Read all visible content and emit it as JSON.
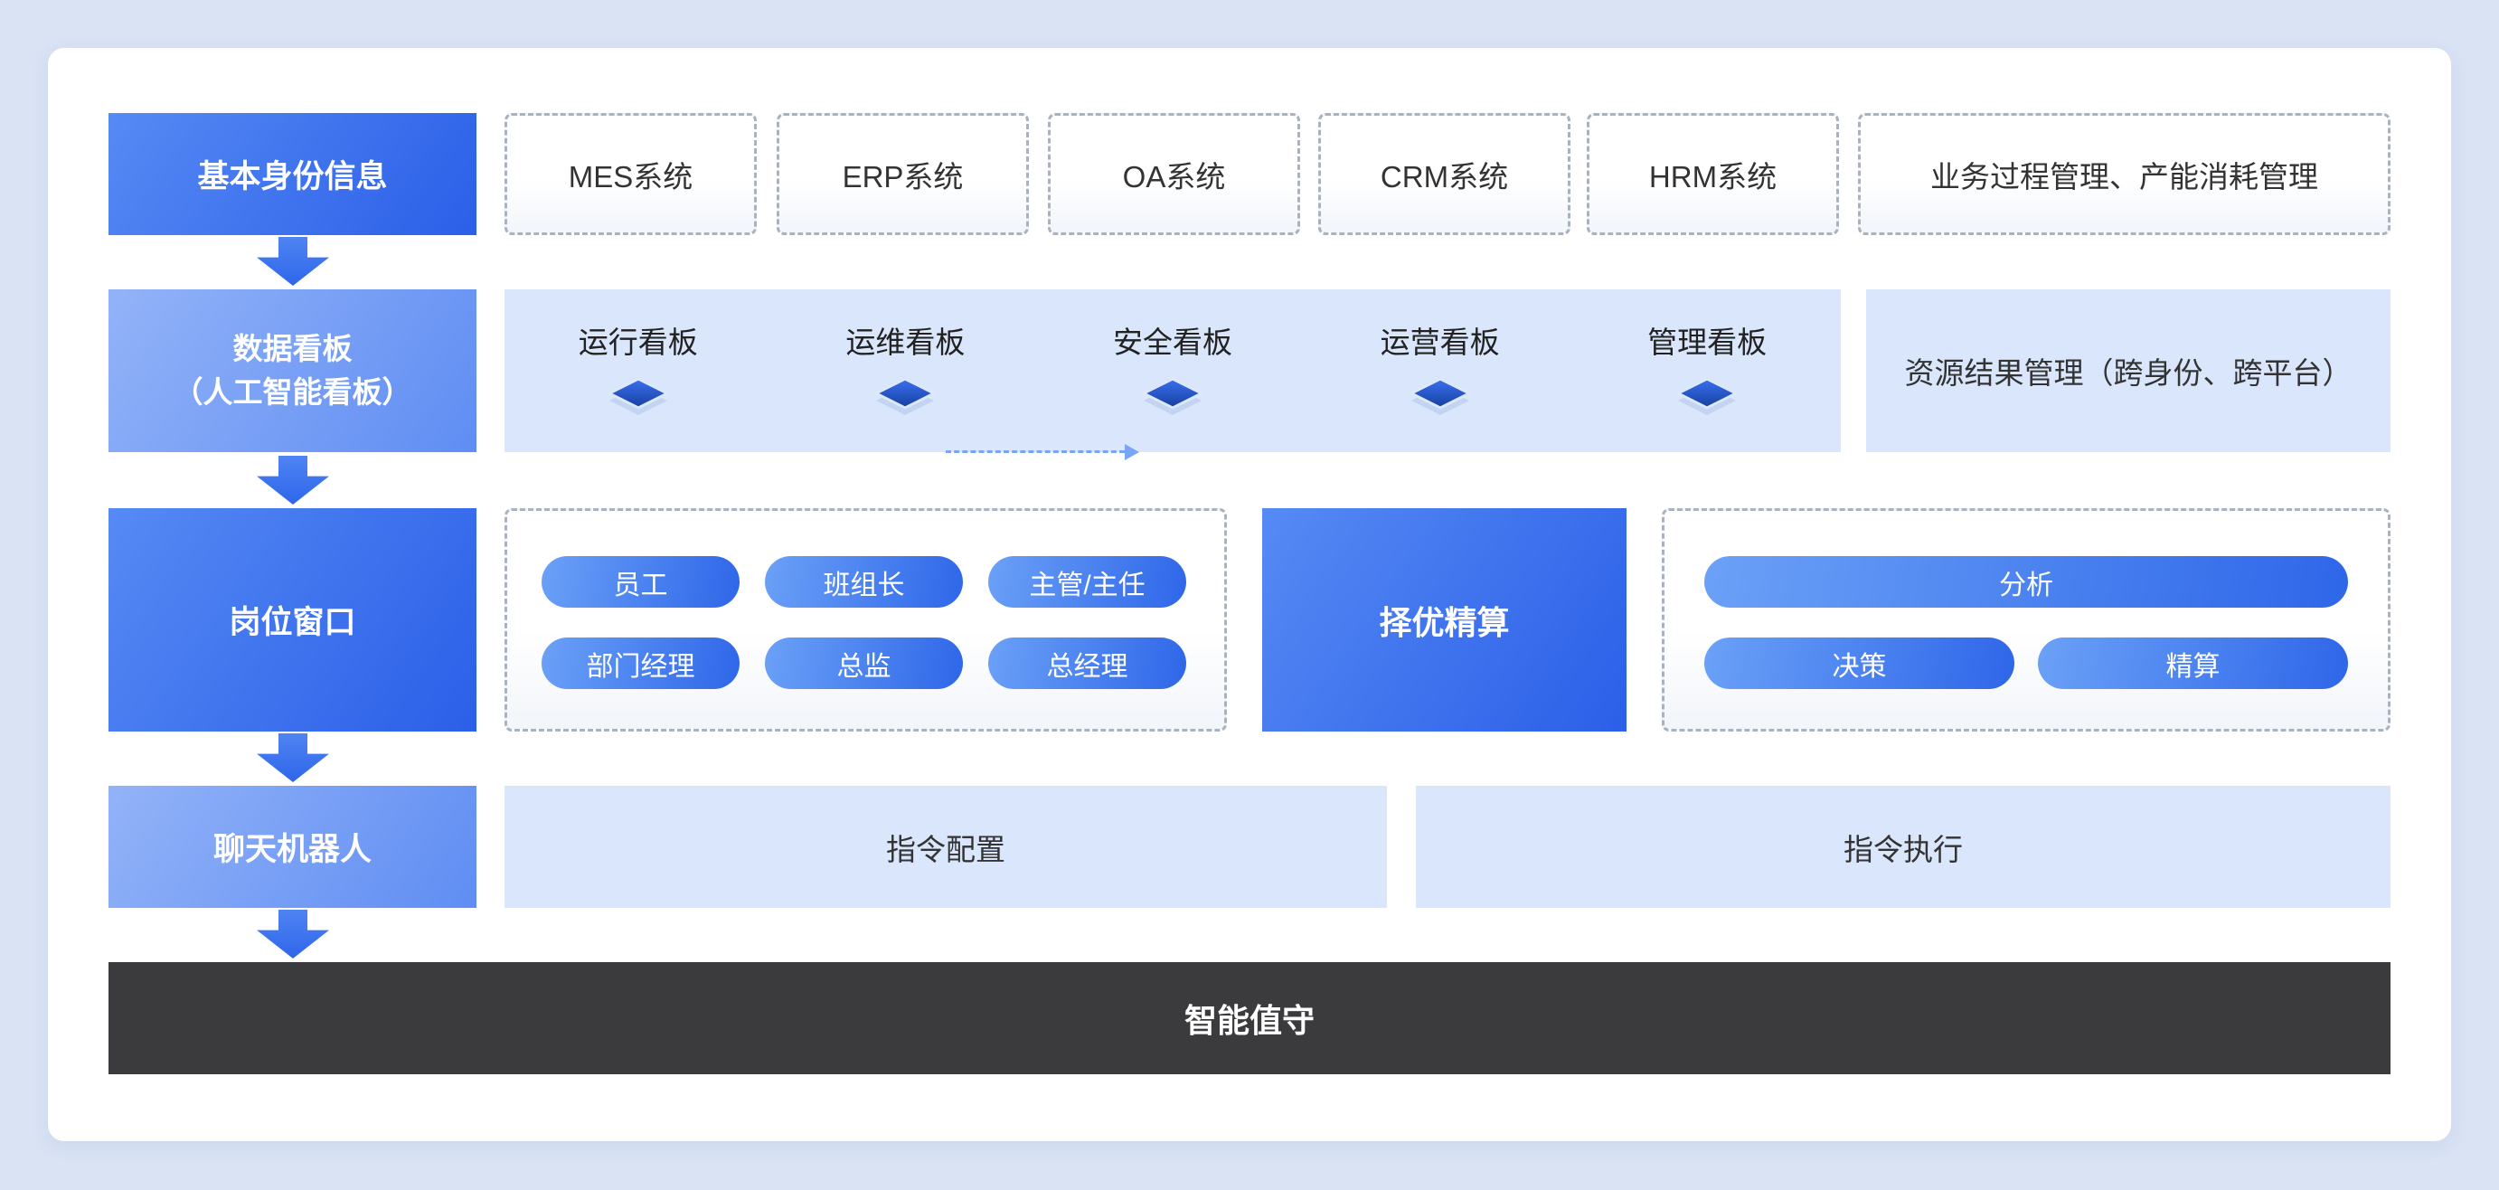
{
  "colors": {
    "page_bg": "#d9e3f4",
    "card_bg": "#ffffff",
    "primary_blue_dark": "#2b5fe8",
    "primary_blue_light": "#5f8df3",
    "soft_blue_panel": "#d9e6fb",
    "dashed_border": "#a9b3c0",
    "dark_bar": "#3b3b3e",
    "diamond_blue": "#1c46c9"
  },
  "left_column": {
    "identity_label": "基本身份信息",
    "dashboard_label_line1": "数据看板",
    "dashboard_label_line2": "（人工智能看板）",
    "position_label": "岗位窗口",
    "chatbot_label": "聊天机器人"
  },
  "systems_row": {
    "items": [
      {
        "label": "MES系统"
      },
      {
        "label": "ERP系统"
      },
      {
        "label": "OA系统"
      },
      {
        "label": "CRM系统"
      },
      {
        "label": "HRM系统"
      }
    ],
    "wide_label": "业务过程管理、产能消耗管理"
  },
  "dashboards_row": {
    "items": [
      {
        "label": "运行看板"
      },
      {
        "label": "运维看板"
      },
      {
        "label": "安全看板"
      },
      {
        "label": "运营看板"
      },
      {
        "label": "管理看板"
      }
    ],
    "side_label": "资源结果管理（跨身份、跨平台）"
  },
  "roles_row": {
    "pills": [
      {
        "label": "员工"
      },
      {
        "label": "班组长"
      },
      {
        "label": "主管/主任"
      },
      {
        "label": "部门经理"
      },
      {
        "label": "总监"
      },
      {
        "label": "总经理"
      }
    ],
    "center_label": "择优精算",
    "analysis_label": "分析",
    "decision_label": "决策",
    "actuary_label": "精算"
  },
  "commands_row": {
    "config_label": "指令配置",
    "execute_label": "指令执行"
  },
  "footer_label": "智能值守"
}
